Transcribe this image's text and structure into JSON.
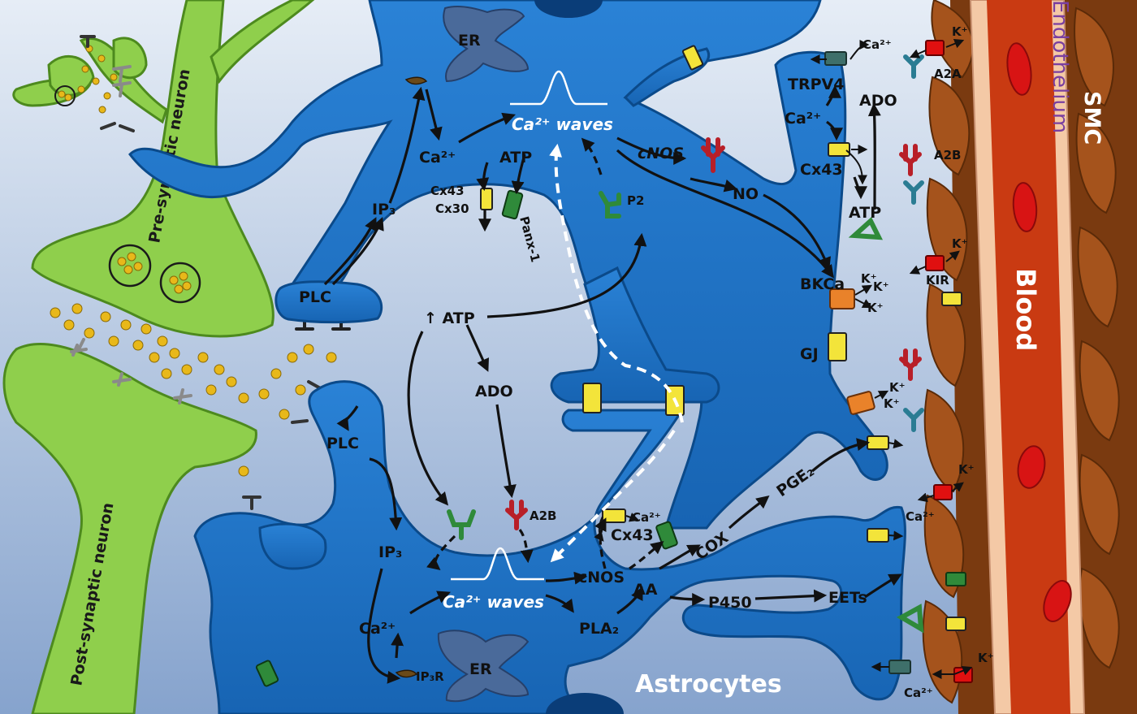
{
  "labels": {
    "er_top": "ER",
    "er_bottom": "ER",
    "ca2_top": "Ca²⁺",
    "ca2_bottom": "Ca²⁺",
    "ca_waves_top": "Ca²⁺ waves",
    "ca_waves_bottom": "Ca²⁺ waves",
    "ip3_top": "IP₃",
    "ip3_bottom": "IP₃",
    "ip3r": "IP₃R",
    "plc_top": "PLC",
    "plc_bottom": "PLC",
    "cx43_top": "Cx43",
    "cx30": "Cx30",
    "atp_top": "ATP",
    "panx1": "Panx-1",
    "p2": "P2",
    "cnos_top": "cNOS",
    "no": "NO",
    "trpv4": "TRPV4",
    "ado_right": "ADO",
    "ca2_right": "Ca²⁺",
    "cx43_right": "Cx43",
    "atp_right": "ATP",
    "bkca": "BKCa",
    "gj": "GJ",
    "up_atp": "↑ ATP",
    "ado_center": "ADO",
    "a2b_center": "A2B",
    "cx43_bottom": "Cx43",
    "cnos_bottom": "cNOS",
    "cox": "COX",
    "pge2": "PGE₂",
    "aa": "AA",
    "pla2": "PLA₂",
    "p450": "P450",
    "eets": "EETs",
    "a2a": "A2A",
    "a2b_right": "A2B",
    "kir": "KIR",
    "astrocytes": "Astrocytes",
    "blood": "Blood",
    "smc": "SMC",
    "endothelium": "Endothelium",
    "pre_neuron": "Pre-synaptic neuron",
    "post_neuron": "Post-synaptic neuron",
    "k_plus": "K⁺",
    "ca_plus": "Ca²⁺"
  },
  "colors": {
    "background_top": "#dfe8f4",
    "background_bottom": "#7f9dc9",
    "astrocyte": "#1f73c6",
    "astrocyte_edge": "#0b4a8a",
    "neuron": "#8fcf4c",
    "neuron_edge": "#4d8a1e",
    "er": "#4a6a9a",
    "blood": "#c93a12",
    "endothelium": "#f4c9a6",
    "smc": "#a5531c",
    "rbc": "#d81414",
    "channel_yellow": "#f3e43a",
    "channel_green": "#2f8a3a",
    "channel_orange": "#e9822a",
    "channel_red": "#e01010",
    "receptor_red": "#b81f28",
    "receptor_teal": "#2a7c93",
    "receptor_green": "#2f8a3a",
    "vesicle": "#e8b81a"
  }
}
